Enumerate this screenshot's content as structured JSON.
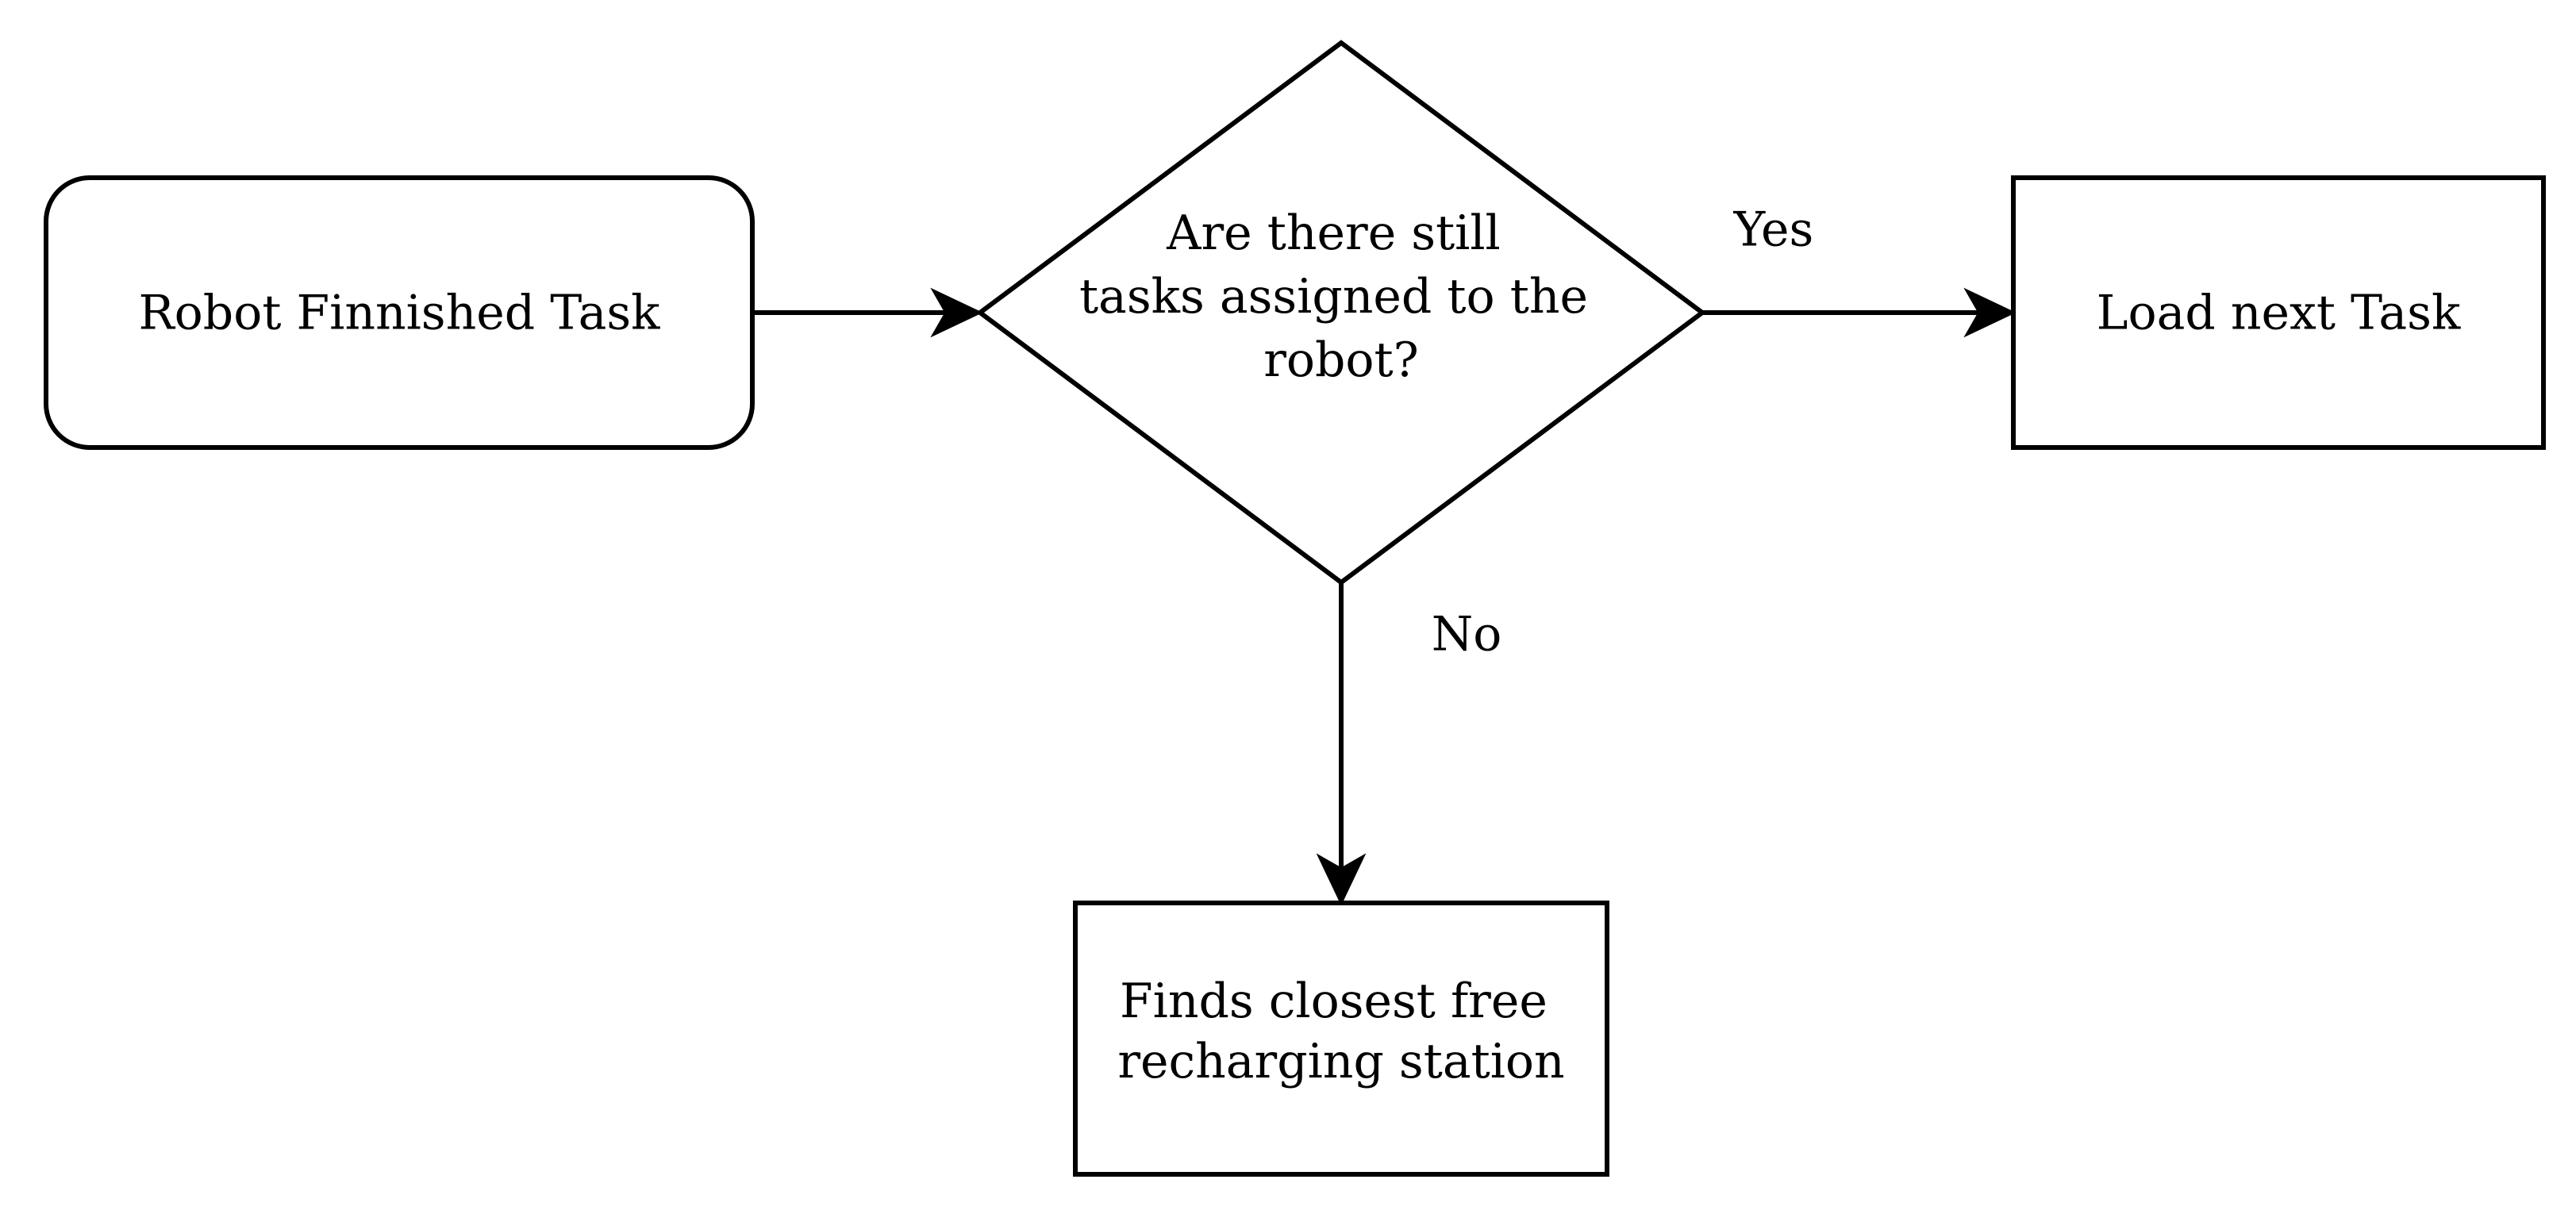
{
  "diagram": {
    "type": "flowchart",
    "nodes": {
      "start": {
        "shape": "rounded-rectangle",
        "label": "Robot Finnished Task"
      },
      "decision": {
        "shape": "diamond",
        "lines": [
          "Are there still",
          "tasks assigned to the",
          "robot?"
        ]
      },
      "load_next": {
        "shape": "rectangle",
        "label": "Load next Task"
      },
      "recharge": {
        "shape": "rectangle",
        "lines": [
          "Finds closest free",
          "recharging station"
        ]
      }
    },
    "edges": [
      {
        "from": "start",
        "to": "decision",
        "label": ""
      },
      {
        "from": "decision",
        "to": "load_next",
        "label": "Yes"
      },
      {
        "from": "decision",
        "to": "recharge",
        "label": "No"
      }
    ],
    "edge_labels": {
      "yes": "Yes",
      "no": "No"
    },
    "colors": {
      "stroke": "#000000",
      "fill": "#ffffff",
      "text": "#000000"
    }
  }
}
